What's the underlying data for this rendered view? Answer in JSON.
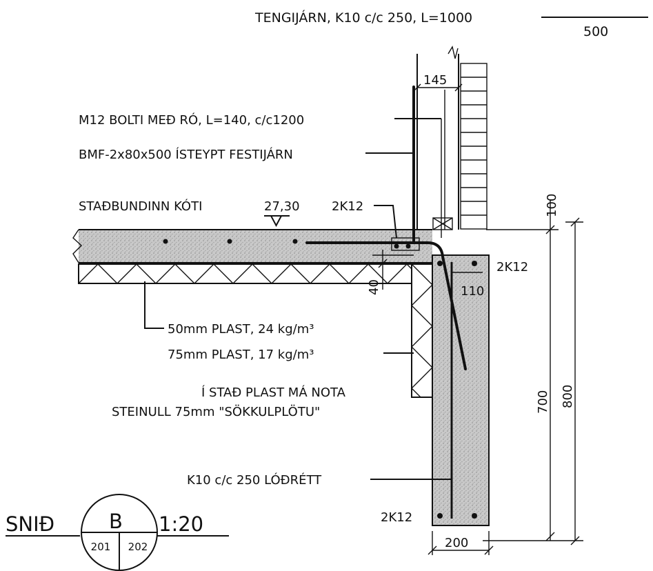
{
  "drawing": {
    "callouts": {
      "tengijarn": "TENGIJÁRN, K10 c/c 250, L=1000",
      "tengijarn_len": "500",
      "bolt": "M12 BOLTI MEÐ RÓ, L=140, c/c1200",
      "bmf": "BMF-2x80x500 ÍSTEYPT FESTIJÁRN",
      "level_label": "STAÐBUNDINN KÓTI",
      "level_value": "27,30",
      "rebar_top": "2K12",
      "plast_50": "50mm PLAST, 24 kg/m³",
      "plast_75": "75mm PLAST, 17 kg/m³",
      "note_line1": "Í STAÐ PLAST MÁ NOTA",
      "note_line2": "STEINULL 75mm \"SÖKKULPLÖTU\"",
      "k10": "K10 c/c 250 LÓÐRÉTT",
      "rebar_bottom": "2K12",
      "rebar_right": "2K12"
    },
    "dimensions": {
      "d145": "145",
      "d100": "100",
      "d40": "40",
      "d110": "110",
      "d700": "700",
      "d800": "800",
      "d200": "200"
    },
    "title_block": {
      "title": "SNIÐ",
      "section_id": "B",
      "scale": "1:20",
      "sheet_left": "201",
      "sheet_right": "202"
    }
  }
}
